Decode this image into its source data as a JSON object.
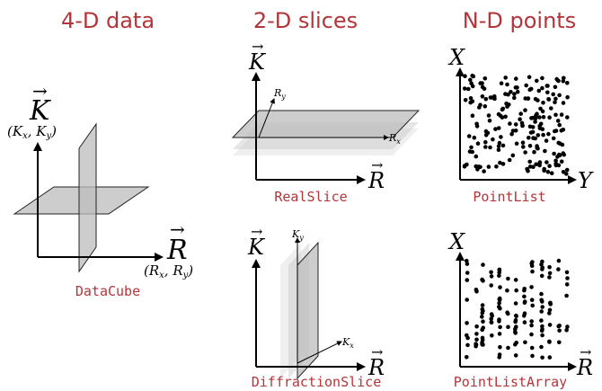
{
  "titles": {
    "col1": "4-D data",
    "col2": "2-D slices",
    "col3": "N-D points"
  },
  "labels": {
    "datacube": "DataCube",
    "realslice": "RealSlice",
    "diffractionslice": "DiffractionSlice",
    "pointlist": "PointList",
    "pointlistarray": "PointListArray"
  },
  "axes": {
    "K": "K",
    "R": "R",
    "X": "X",
    "Y": "Y",
    "K_pair": "(K",
    "R_pair": "(R",
    "Kx": "K",
    "Ky": "K",
    "Rx": "R",
    "Ry": "R",
    "sub_x": "x",
    "sub_y": "y",
    "comma": ", ",
    "close": ")"
  },
  "colors": {
    "label_red": "#b2353a",
    "plane_gray": "#bcbcbc"
  }
}
